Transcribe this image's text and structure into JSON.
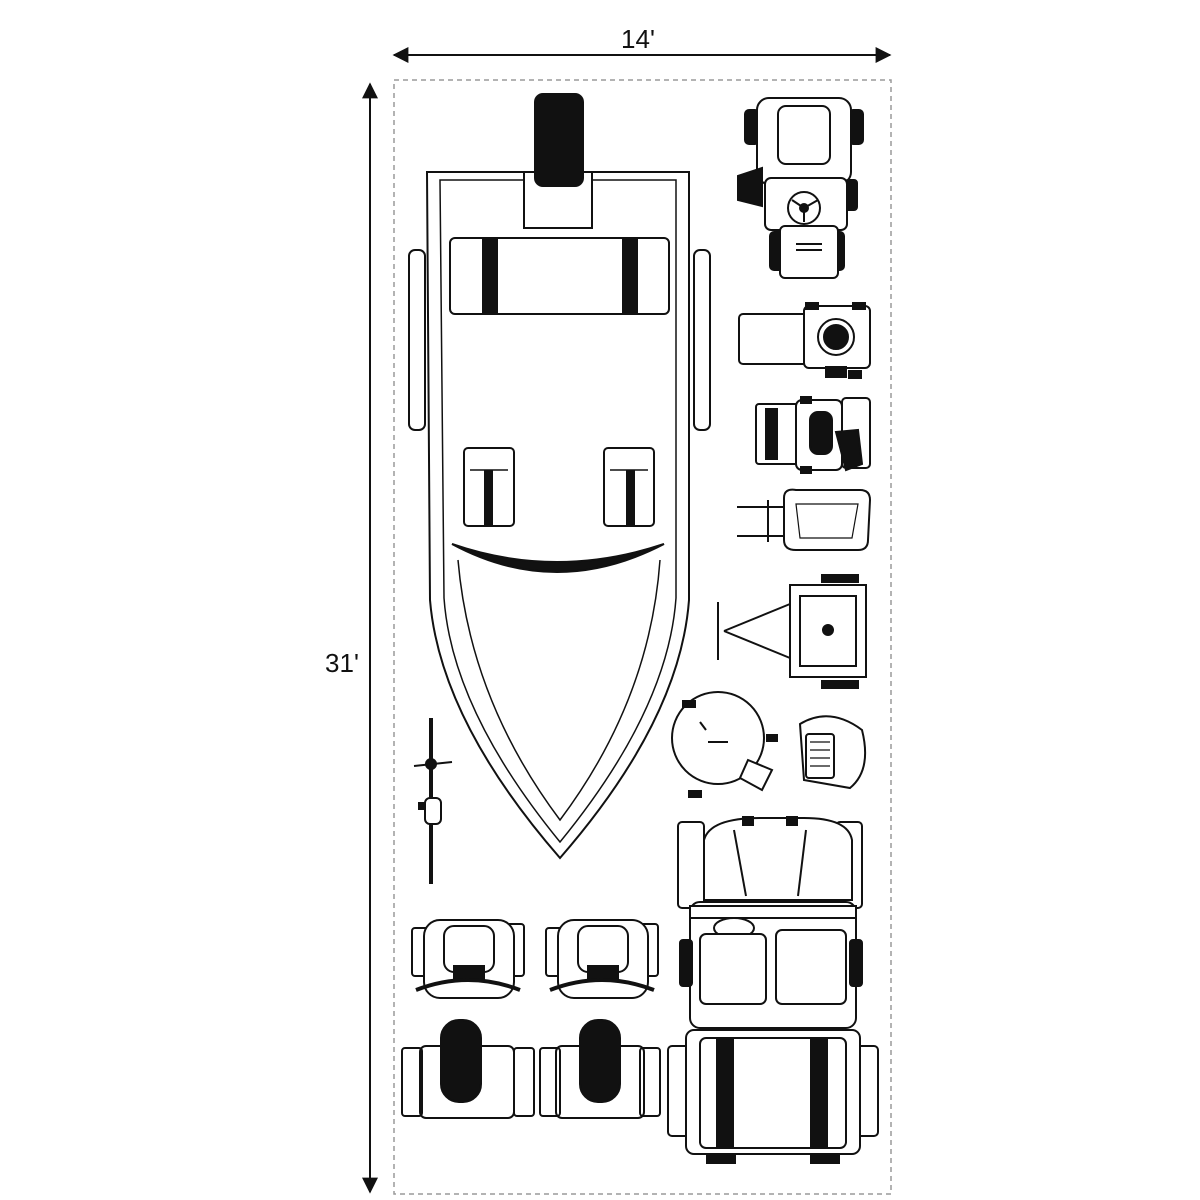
{
  "dimensions": {
    "width_label": "14'",
    "length_label": "31'"
  },
  "colors": {
    "ink": "#111111",
    "fill": "#ffffff",
    "boundary": "#9a9a9a"
  },
  "items": [
    {
      "name": "boat",
      "icon": "boat-icon"
    },
    {
      "name": "riding-mower",
      "icon": "riding-mower-icon"
    },
    {
      "name": "push-mower",
      "icon": "push-mower-icon"
    },
    {
      "name": "tiller",
      "icon": "tiller-icon"
    },
    {
      "name": "wheelbarrow",
      "icon": "wheelbarrow-icon"
    },
    {
      "name": "utility-trailer",
      "icon": "trailer-icon"
    },
    {
      "name": "grill",
      "icon": "grill-icon"
    },
    {
      "name": "lawn-chair",
      "icon": "chair-icon"
    },
    {
      "name": "bicycle",
      "icon": "bicycle-icon"
    },
    {
      "name": "atv-left",
      "icon": "atv-icon"
    },
    {
      "name": "atv-right",
      "icon": "atv-icon"
    },
    {
      "name": "utility-vehicle",
      "icon": "utv-icon"
    }
  ]
}
